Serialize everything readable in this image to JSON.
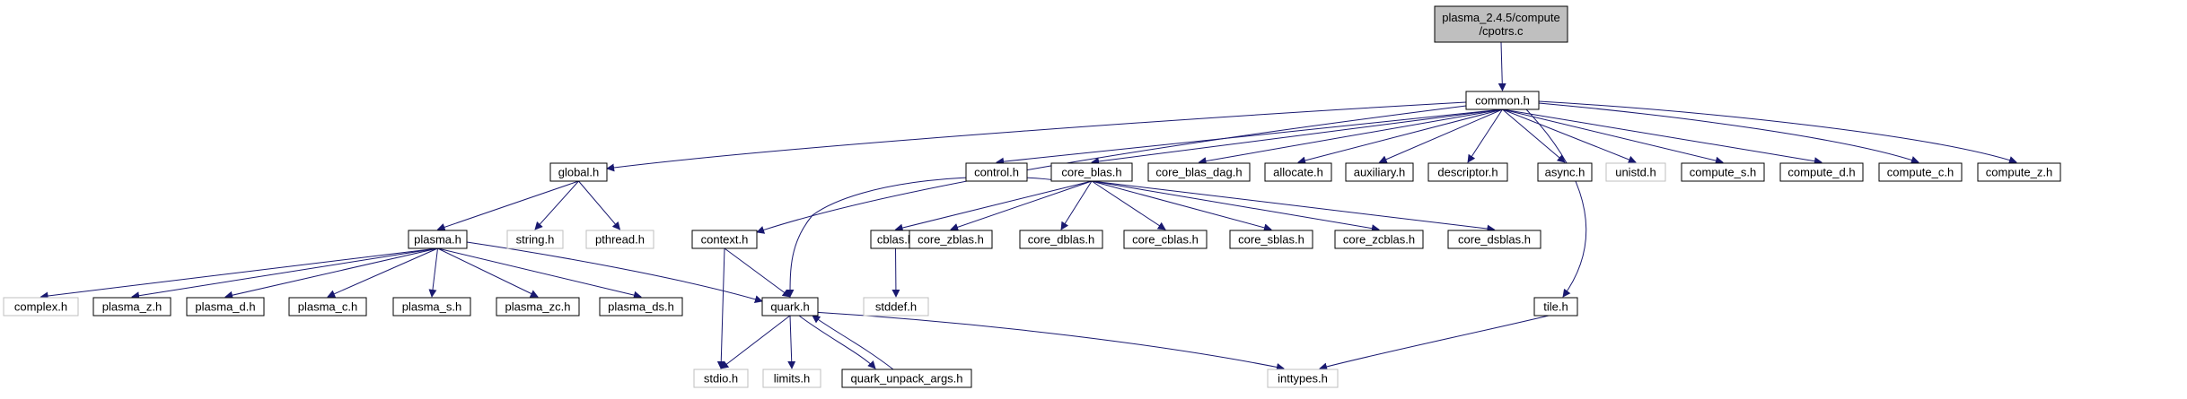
{
  "colors": {
    "edge": "#191970",
    "root_fill": "#bfbfbf",
    "node_border": "#000000",
    "missing_border": "#bfbfbf",
    "background": "#ffffff"
  },
  "nodes": [
    {
      "id": "root",
      "lines": [
        "plasma_2.4.5/compute",
        "/cpotrs.c"
      ],
      "style": "root"
    },
    {
      "id": "common_h",
      "lines": [
        "common.h"
      ],
      "style": "normal"
    },
    {
      "id": "global_h",
      "lines": [
        "global.h"
      ],
      "style": "normal"
    },
    {
      "id": "context_h",
      "lines": [
        "context.h"
      ],
      "style": "normal"
    },
    {
      "id": "control_h",
      "lines": [
        "control.h"
      ],
      "style": "normal"
    },
    {
      "id": "core_blas_h",
      "lines": [
        "core_blas.h"
      ],
      "style": "normal"
    },
    {
      "id": "core_blas_dag_h",
      "lines": [
        "core_blas_dag.h"
      ],
      "style": "normal"
    },
    {
      "id": "allocate_h",
      "lines": [
        "allocate.h"
      ],
      "style": "normal"
    },
    {
      "id": "auxiliary_h",
      "lines": [
        "auxiliary.h"
      ],
      "style": "normal"
    },
    {
      "id": "descriptor_h",
      "lines": [
        "descriptor.h"
      ],
      "style": "normal"
    },
    {
      "id": "tile_h",
      "lines": [
        "tile.h"
      ],
      "style": "normal"
    },
    {
      "id": "async_h",
      "lines": [
        "async.h"
      ],
      "style": "normal"
    },
    {
      "id": "unistd_h",
      "lines": [
        "unistd.h"
      ],
      "style": "missing"
    },
    {
      "id": "compute_s_h",
      "lines": [
        "compute_s.h"
      ],
      "style": "normal"
    },
    {
      "id": "compute_d_h",
      "lines": [
        "compute_d.h"
      ],
      "style": "normal"
    },
    {
      "id": "compute_c_h",
      "lines": [
        "compute_c.h"
      ],
      "style": "normal"
    },
    {
      "id": "compute_z_h",
      "lines": [
        "compute_z.h"
      ],
      "style": "normal"
    },
    {
      "id": "plasma_h",
      "lines": [
        "plasma.h"
      ],
      "style": "normal"
    },
    {
      "id": "string_h",
      "lines": [
        "string.h"
      ],
      "style": "missing"
    },
    {
      "id": "pthread_h",
      "lines": [
        "pthread.h"
      ],
      "style": "missing"
    },
    {
      "id": "complex_h",
      "lines": [
        "complex.h"
      ],
      "style": "missing"
    },
    {
      "id": "plasma_z_h",
      "lines": [
        "plasma_z.h"
      ],
      "style": "normal"
    },
    {
      "id": "plasma_d_h",
      "lines": [
        "plasma_d.h"
      ],
      "style": "normal"
    },
    {
      "id": "plasma_c_h",
      "lines": [
        "plasma_c.h"
      ],
      "style": "normal"
    },
    {
      "id": "plasma_s_h",
      "lines": [
        "plasma_s.h"
      ],
      "style": "normal"
    },
    {
      "id": "plasma_zc_h",
      "lines": [
        "plasma_zc.h"
      ],
      "style": "normal"
    },
    {
      "id": "plasma_ds_h",
      "lines": [
        "plasma_ds.h"
      ],
      "style": "normal"
    },
    {
      "id": "quark_h",
      "lines": [
        "quark.h"
      ],
      "style": "normal"
    },
    {
      "id": "stdio_h",
      "lines": [
        "stdio.h"
      ],
      "style": "missing"
    },
    {
      "id": "limits_h",
      "lines": [
        "limits.h"
      ],
      "style": "missing"
    },
    {
      "id": "quark_unpack_args_h",
      "lines": [
        "quark_unpack_args.h"
      ],
      "style": "normal"
    },
    {
      "id": "cblas_h",
      "lines": [
        "cblas.h"
      ],
      "style": "normal"
    },
    {
      "id": "stddef_h",
      "lines": [
        "stddef.h"
      ],
      "style": "missing"
    },
    {
      "id": "core_zblas_h",
      "lines": [
        "core_zblas.h"
      ],
      "style": "normal"
    },
    {
      "id": "core_dblas_h",
      "lines": [
        "core_dblas.h"
      ],
      "style": "normal"
    },
    {
      "id": "core_cblas_h",
      "lines": [
        "core_cblas.h"
      ],
      "style": "normal"
    },
    {
      "id": "core_sblas_h",
      "lines": [
        "core_sblas.h"
      ],
      "style": "normal"
    },
    {
      "id": "core_zcblas_h",
      "lines": [
        "core_zcblas.h"
      ],
      "style": "normal"
    },
    {
      "id": "core_dsblas_h",
      "lines": [
        "core_dsblas.h"
      ],
      "style": "normal"
    },
    {
      "id": "inttypes_h",
      "lines": [
        "inttypes.h"
      ],
      "style": "missing"
    }
  ],
  "edges": [
    [
      "root",
      "common_h"
    ],
    [
      "common_h",
      "global_h"
    ],
    [
      "common_h",
      "context_h"
    ],
    [
      "common_h",
      "control_h"
    ],
    [
      "common_h",
      "core_blas_h"
    ],
    [
      "common_h",
      "core_blas_dag_h"
    ],
    [
      "common_h",
      "allocate_h"
    ],
    [
      "common_h",
      "auxiliary_h"
    ],
    [
      "common_h",
      "descriptor_h"
    ],
    [
      "common_h",
      "tile_h"
    ],
    [
      "common_h",
      "async_h"
    ],
    [
      "common_h",
      "unistd_h"
    ],
    [
      "common_h",
      "compute_s_h"
    ],
    [
      "common_h",
      "compute_d_h"
    ],
    [
      "common_h",
      "compute_c_h"
    ],
    [
      "common_h",
      "compute_z_h"
    ],
    [
      "global_h",
      "plasma_h"
    ],
    [
      "global_h",
      "string_h"
    ],
    [
      "global_h",
      "pthread_h"
    ],
    [
      "plasma_h",
      "complex_h"
    ],
    [
      "plasma_h",
      "plasma_z_h"
    ],
    [
      "plasma_h",
      "plasma_d_h"
    ],
    [
      "plasma_h",
      "plasma_c_h"
    ],
    [
      "plasma_h",
      "plasma_s_h"
    ],
    [
      "plasma_h",
      "plasma_zc_h"
    ],
    [
      "plasma_h",
      "plasma_ds_h"
    ],
    [
      "plasma_h",
      "quark_h"
    ],
    [
      "context_h",
      "quark_h"
    ],
    [
      "context_h",
      "stdio_h"
    ],
    [
      "core_blas_h",
      "quark_h"
    ],
    [
      "core_blas_h",
      "cblas_h"
    ],
    [
      "core_blas_h",
      "core_zblas_h"
    ],
    [
      "core_blas_h",
      "core_dblas_h"
    ],
    [
      "core_blas_h",
      "core_cblas_h"
    ],
    [
      "core_blas_h",
      "core_sblas_h"
    ],
    [
      "core_blas_h",
      "core_zcblas_h"
    ],
    [
      "core_blas_h",
      "core_dsblas_h"
    ],
    [
      "cblas_h",
      "stddef_h"
    ],
    [
      "quark_h",
      "stdio_h"
    ],
    [
      "quark_h",
      "limits_h"
    ],
    [
      "quark_h",
      "quark_unpack_args_h"
    ],
    [
      "quark_h",
      "inttypes_h"
    ],
    [
      "quark_unpack_args_h",
      "quark_h"
    ],
    [
      "tile_h",
      "inttypes_h"
    ]
  ]
}
